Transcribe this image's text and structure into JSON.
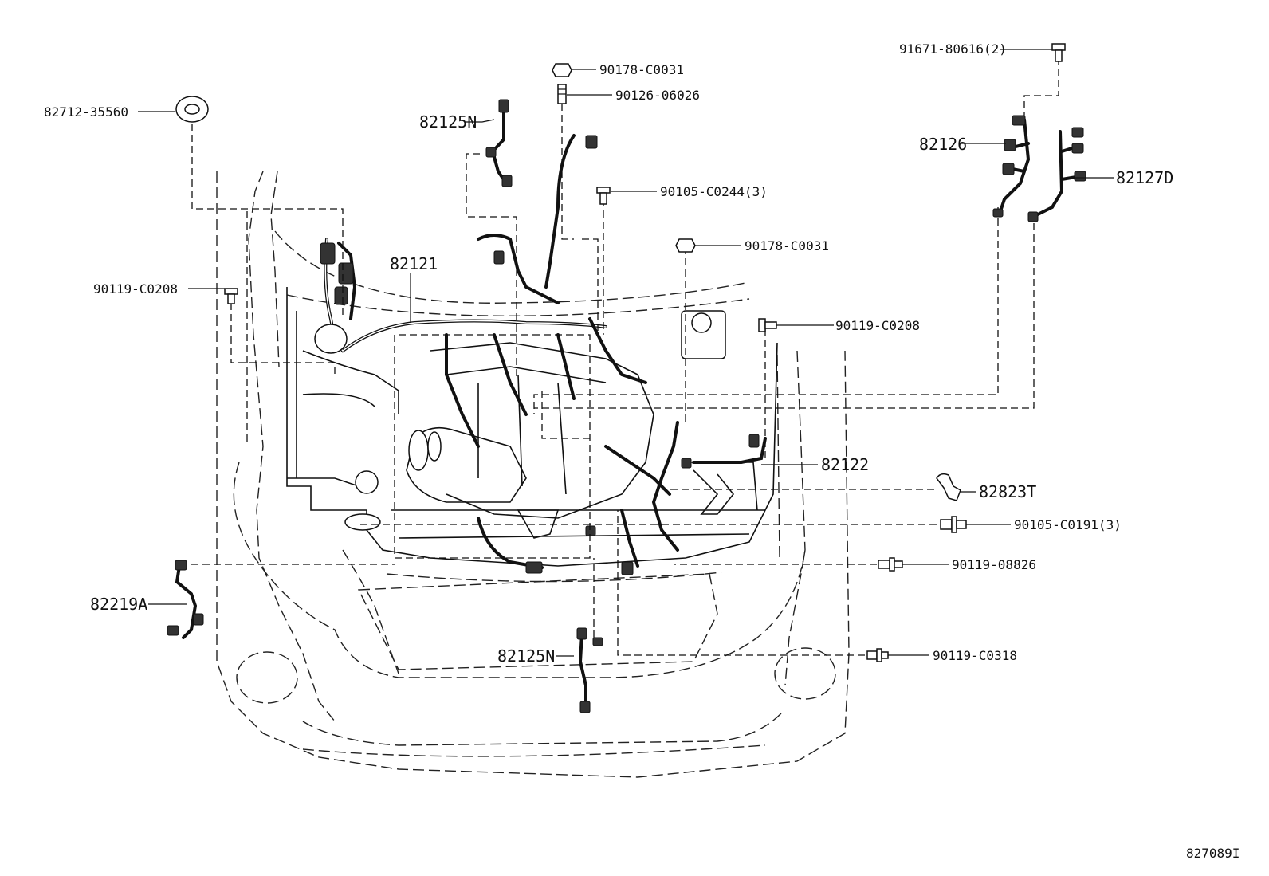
{
  "labels": {
    "p82712": "82712-35560",
    "p82125n_top": "82125N",
    "p90178_top": "90178-C0031",
    "p90126": "90126-06026",
    "p91671": "91671-80616(2)",
    "p82126": "82126",
    "p82127d": "82127D",
    "p90105_c0244": "90105-C0244(3)",
    "p90178_mid": "90178-C0031",
    "p82121": "82121",
    "p90119_c0208_left": "90119-C0208",
    "p90119_c0208_right": "90119-C0208",
    "p82122": "82122",
    "p82823t": "82823T",
    "p90105_c0191": "90105-C0191(3)",
    "p90119_08826": "90119-08826",
    "p82219a": "82219A",
    "p82125n_bottom": "82125N",
    "p90119_c0318": "90119-C0318",
    "figure_id": "827089I"
  }
}
